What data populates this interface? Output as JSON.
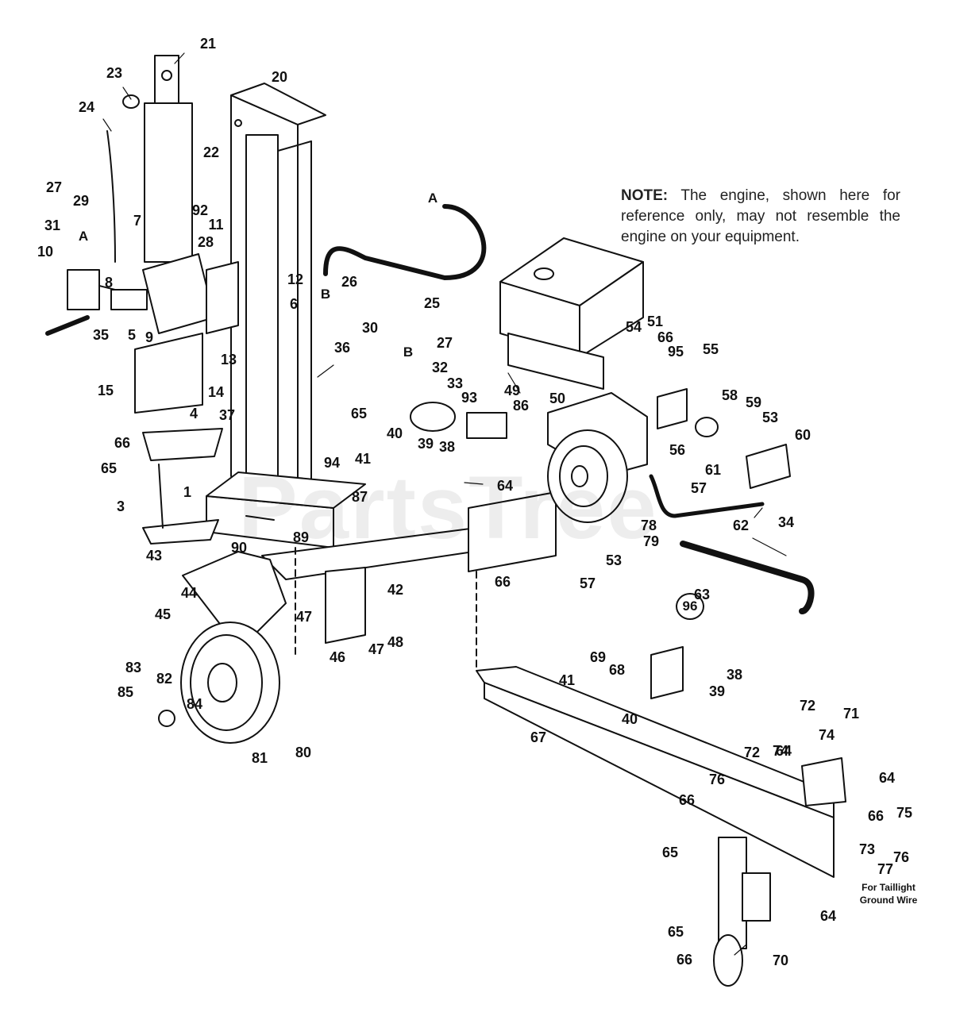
{
  "note": {
    "lead": "NOTE:",
    "text": " The engine, shown here for reference only, may not resemble the engine on your equipment."
  },
  "watermark": "PartsTree",
  "taillight_note": [
    "For Taillight",
    "Ground Wire"
  ],
  "circled_part": "96",
  "hose_refs": [
    {
      "id": "ref-A-top",
      "label": "A"
    },
    {
      "id": "ref-B-top",
      "label": "B"
    },
    {
      "id": "ref-A-valve",
      "label": "A"
    },
    {
      "id": "ref-B-pump",
      "label": "B"
    }
  ],
  "callouts": [
    "21",
    "23",
    "20",
    "24",
    "22",
    "27",
    "29",
    "92",
    "11",
    "7",
    "31",
    "28",
    "10",
    "8",
    "12",
    "6",
    "35",
    "5",
    "9",
    "13",
    "36",
    "15",
    "14",
    "4",
    "37",
    "66",
    "65",
    "1",
    "3",
    "43",
    "90",
    "44",
    "45",
    "47",
    "46",
    "47",
    "48",
    "42",
    "41",
    "87",
    "89",
    "94",
    "26",
    "25",
    "30",
    "27",
    "32",
    "33",
    "93",
    "86",
    "40",
    "39",
    "38",
    "64",
    "65",
    "66",
    "49",
    "50",
    "54",
    "51",
    "66",
    "95",
    "55",
    "58",
    "59",
    "53",
    "60",
    "56",
    "57",
    "61",
    "78",
    "79",
    "34",
    "62",
    "53",
    "57",
    "63",
    "68",
    "69",
    "38",
    "39",
    "41",
    "40",
    "67",
    "83",
    "82",
    "85",
    "84",
    "81",
    "80",
    "72",
    "71",
    "74",
    "64",
    "76",
    "72",
    "74",
    "64",
    "66",
    "75",
    "66",
    "73",
    "65",
    "76",
    "77",
    "64",
    "65",
    "66",
    "70"
  ]
}
